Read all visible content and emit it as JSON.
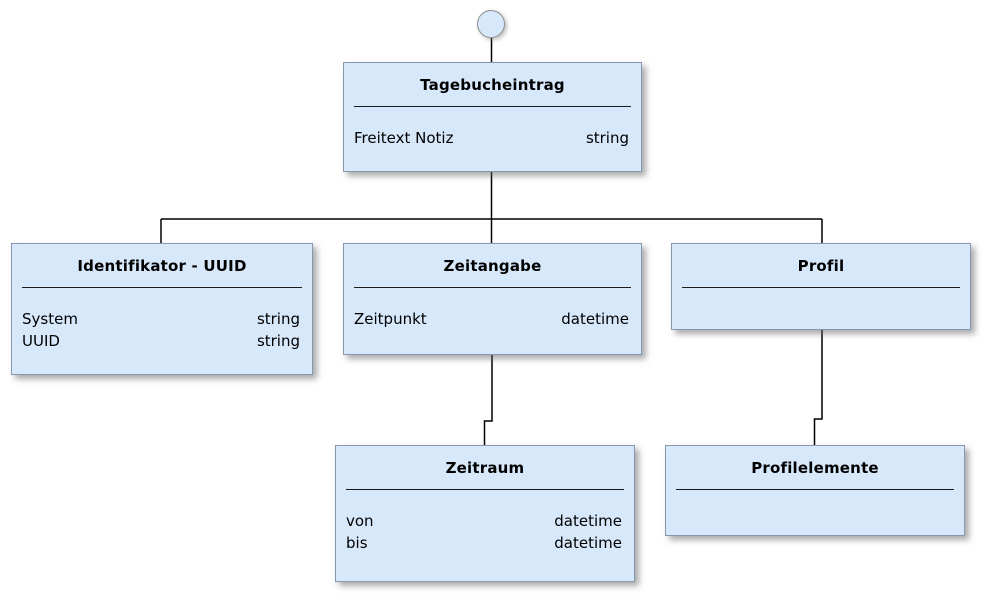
{
  "diagram": {
    "kind": "uml-object-diagram",
    "colors": {
      "box_fill": "#d8e8fb",
      "box_border": "#8797ad",
      "title_separator": "#1b1b1b",
      "connector_line": "#000000",
      "circle_border": "#8f8f8f",
      "background": "#ffffff"
    },
    "start_node": {
      "shape": "circle",
      "connects_to": "Tagebucheintrag"
    },
    "entities": {
      "tagebucheintrag": {
        "title": "Tagebucheintrag",
        "attributes": [
          {
            "name": "Freitext Notiz",
            "type": "string"
          }
        ]
      },
      "identifikator": {
        "title": "Identifikator - UUID",
        "attributes": [
          {
            "name": "System",
            "type": "string"
          },
          {
            "name": "UUID",
            "type": "string"
          }
        ]
      },
      "zeitangabe": {
        "title": "Zeitangabe",
        "attributes": [
          {
            "name": "Zeitpunkt",
            "type": "datetime"
          }
        ]
      },
      "profil": {
        "title": "Profil",
        "attributes": []
      },
      "zeitraum": {
        "title": "Zeitraum",
        "attributes": [
          {
            "name": "von",
            "type": "datetime"
          },
          {
            "name": "bis",
            "type": "datetime"
          }
        ]
      },
      "profilelemente": {
        "title": "Profilelemente",
        "attributes": []
      }
    },
    "relations": [
      {
        "from": "start-circle",
        "to": "Tagebucheintrag"
      },
      {
        "from": "Tagebucheintrag",
        "to": "Identifikator - UUID"
      },
      {
        "from": "Tagebucheintrag",
        "to": "Zeitangabe"
      },
      {
        "from": "Tagebucheintrag",
        "to": "Profil"
      },
      {
        "from": "Zeitangabe",
        "to": "Zeitraum"
      },
      {
        "from": "Profil",
        "to": "Profilelemente"
      }
    ]
  }
}
